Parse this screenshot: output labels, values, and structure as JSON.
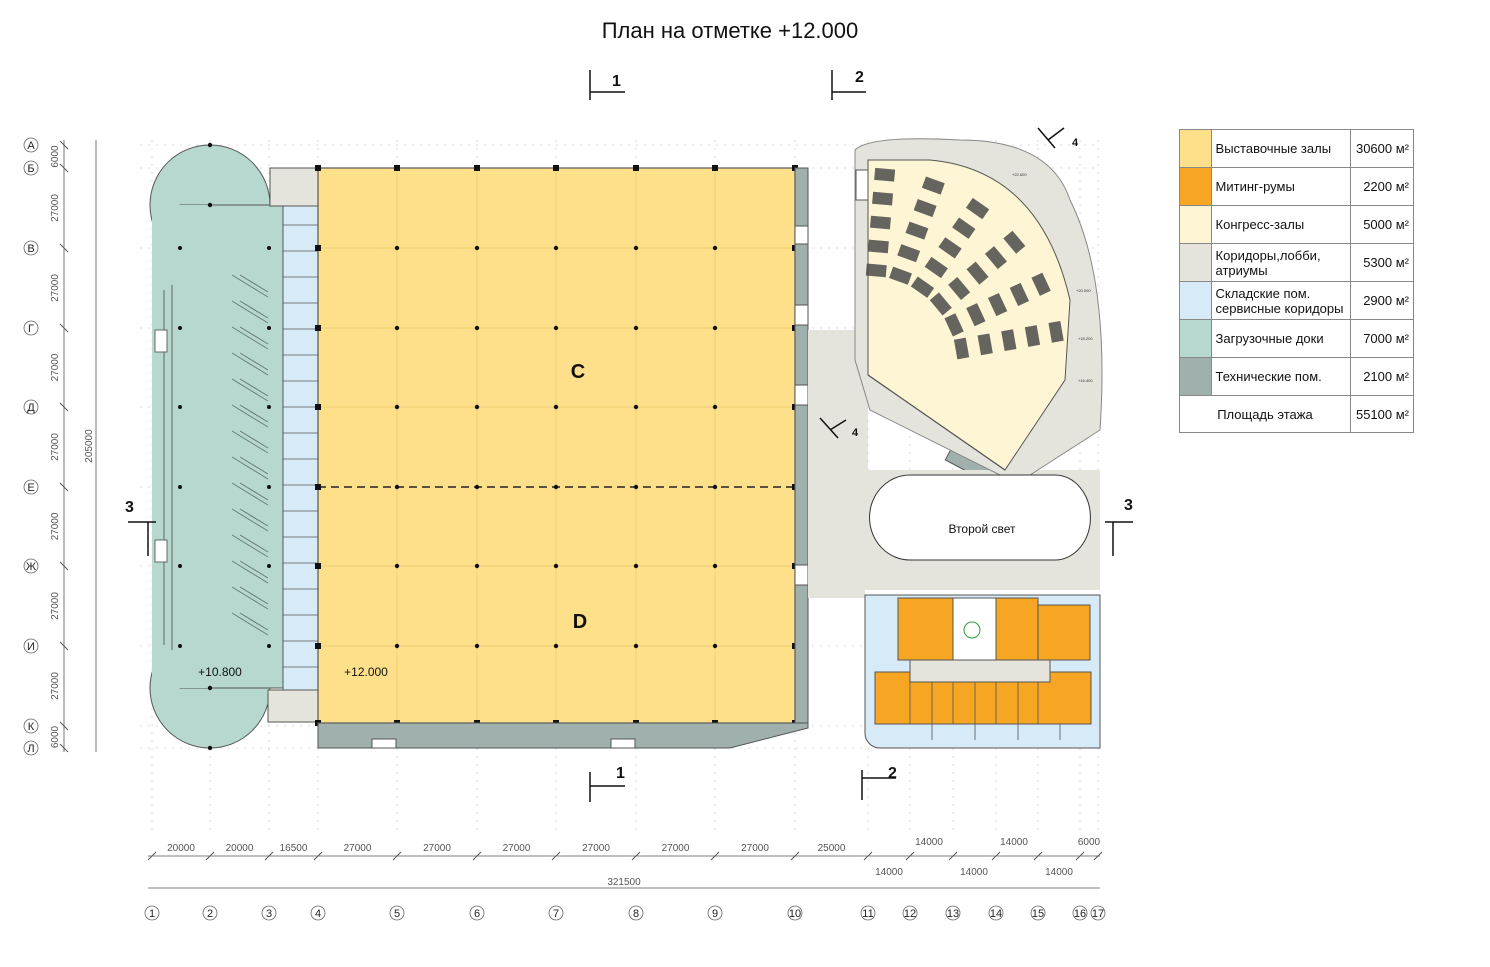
{
  "title": "План на отметке +12.000",
  "legend": [
    {
      "label": "Выставочные залы",
      "value": "30600 м²",
      "color": "#fde089"
    },
    {
      "label": "Митинг-румы",
      "value": "2200 м²",
      "color": "#f6a623"
    },
    {
      "label": "Конгресс-залы",
      "value": "5000 м²",
      "color": "#fdf5d3"
    },
    {
      "label": "Коридоры,лобби, атриумы",
      "value": "5300 м²",
      "color": "#e4e4dd"
    },
    {
      "label": "Складские пом. сервисные коридоры",
      "value": "2900 м²",
      "color": "#d6eaf8"
    },
    {
      "label": "Загрузочные доки",
      "value": "7000 м²",
      "color": "#b7d8cf"
    },
    {
      "label": "Технические пом.",
      "value": "2100 м²",
      "color": "#9fb0ad"
    }
  ],
  "total": {
    "label": "Площадь этажа",
    "value": "55100 м²"
  },
  "labels": {
    "hall_c": "C",
    "hall_d": "D",
    "level_dock": "+10.800",
    "level_hall": "+12.000",
    "second_light": "Второй свет"
  },
  "section_marks": [
    "1",
    "1",
    "2",
    "2",
    "3",
    "3",
    "4",
    "4"
  ],
  "row_axes": [
    "А",
    "Б",
    "В",
    "Г",
    "Д",
    "Е",
    "Ж",
    "И",
    "К",
    "Л"
  ],
  "row_dims": [
    "6000",
    "27000",
    "27000",
    "27000",
    "27000",
    "27000",
    "27000",
    "27000",
    "6000"
  ],
  "row_total": "205000",
  "col_axes": [
    "1",
    "2",
    "3",
    "4",
    "5",
    "6",
    "7",
    "8",
    "9",
    "10",
    "11",
    "12",
    "13",
    "14",
    "15",
    "16",
    "17"
  ],
  "col_dims": [
    "20000",
    "20000",
    "16500",
    "27000",
    "27000",
    "27000",
    "27000",
    "27000",
    "27000",
    "25000"
  ],
  "col_dims_upper": [
    "14000",
    "14000",
    "6000"
  ],
  "col_dims_lower": [
    "14000",
    "14000",
    "14000"
  ],
  "col_total": "321500",
  "auditorium_levels": [
    "+22.600",
    "+20.000",
    "+18.200",
    "+16.400"
  ]
}
